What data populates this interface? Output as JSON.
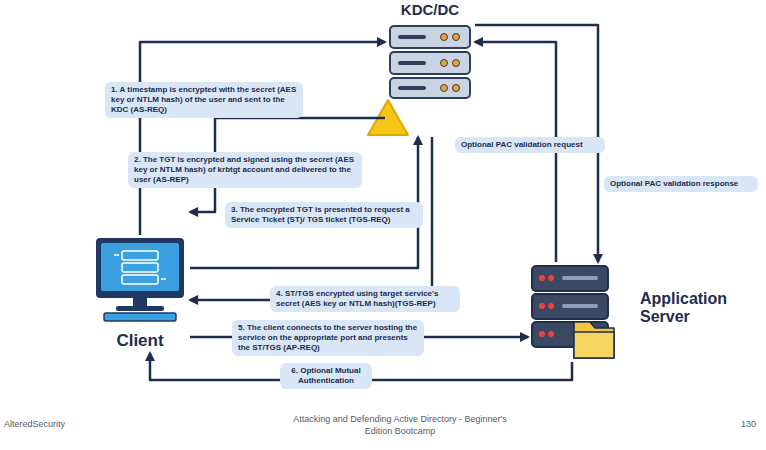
{
  "diagram": {
    "nodes": [
      {
        "text": [
          "KDC/DC"
        ]
      },
      {
        "text": [
          "Client"
        ]
      },
      {
        "text": [
          "Application Server"
        ]
      }
    ],
    "edges": [
      {
        "from": 1,
        "to": 0,
        "arrow": "to",
        "label": "1. A timestamp is encrypted with the secret (AES key or NTLM hash) of the user and sent to the KDC (AS-REQ)"
      },
      {
        "from": 0,
        "to": 1,
        "arrow": "to",
        "label": "2. The TGT is encrypted and signed using the secret (AES key or NTLM hash) of krbtgt account and delivered to the user (AS-REP)"
      },
      {
        "from": 1,
        "to": 0,
        "arrow": "to",
        "label": "3. The encrypted TGT is presented to request a Service Ticket (ST)/ TGS ticket (TGS-REQ)"
      },
      {
        "from": 0,
        "to": 1,
        "arrow": "to",
        "label": "4. ST/TGS encrypted using target service's secret (AES key or NTLM hash)(TGS-REP)"
      },
      {
        "from": 1,
        "to": 2,
        "arrow": "to",
        "label": "5. The client connects to the server hosting the service on the appropriate port and presents the ST/TGS (AP-REQ)"
      },
      {
        "from": 2,
        "to": 1,
        "arrow": "to",
        "label": "6. Optional Mutual Authentication"
      },
      {
        "from": 2,
        "to": 0,
        "arrow": "to",
        "label": "Optional PAC validation request"
      },
      {
        "from": 0,
        "to": 2,
        "arrow": "to",
        "label": "Optional PAC validation response"
      }
    ],
    "labels": [
      "AlteredSecurity",
      "Attacking and Defending Active Directory - Beginner's Edition Bootcamp",
      "130"
    ]
  }
}
